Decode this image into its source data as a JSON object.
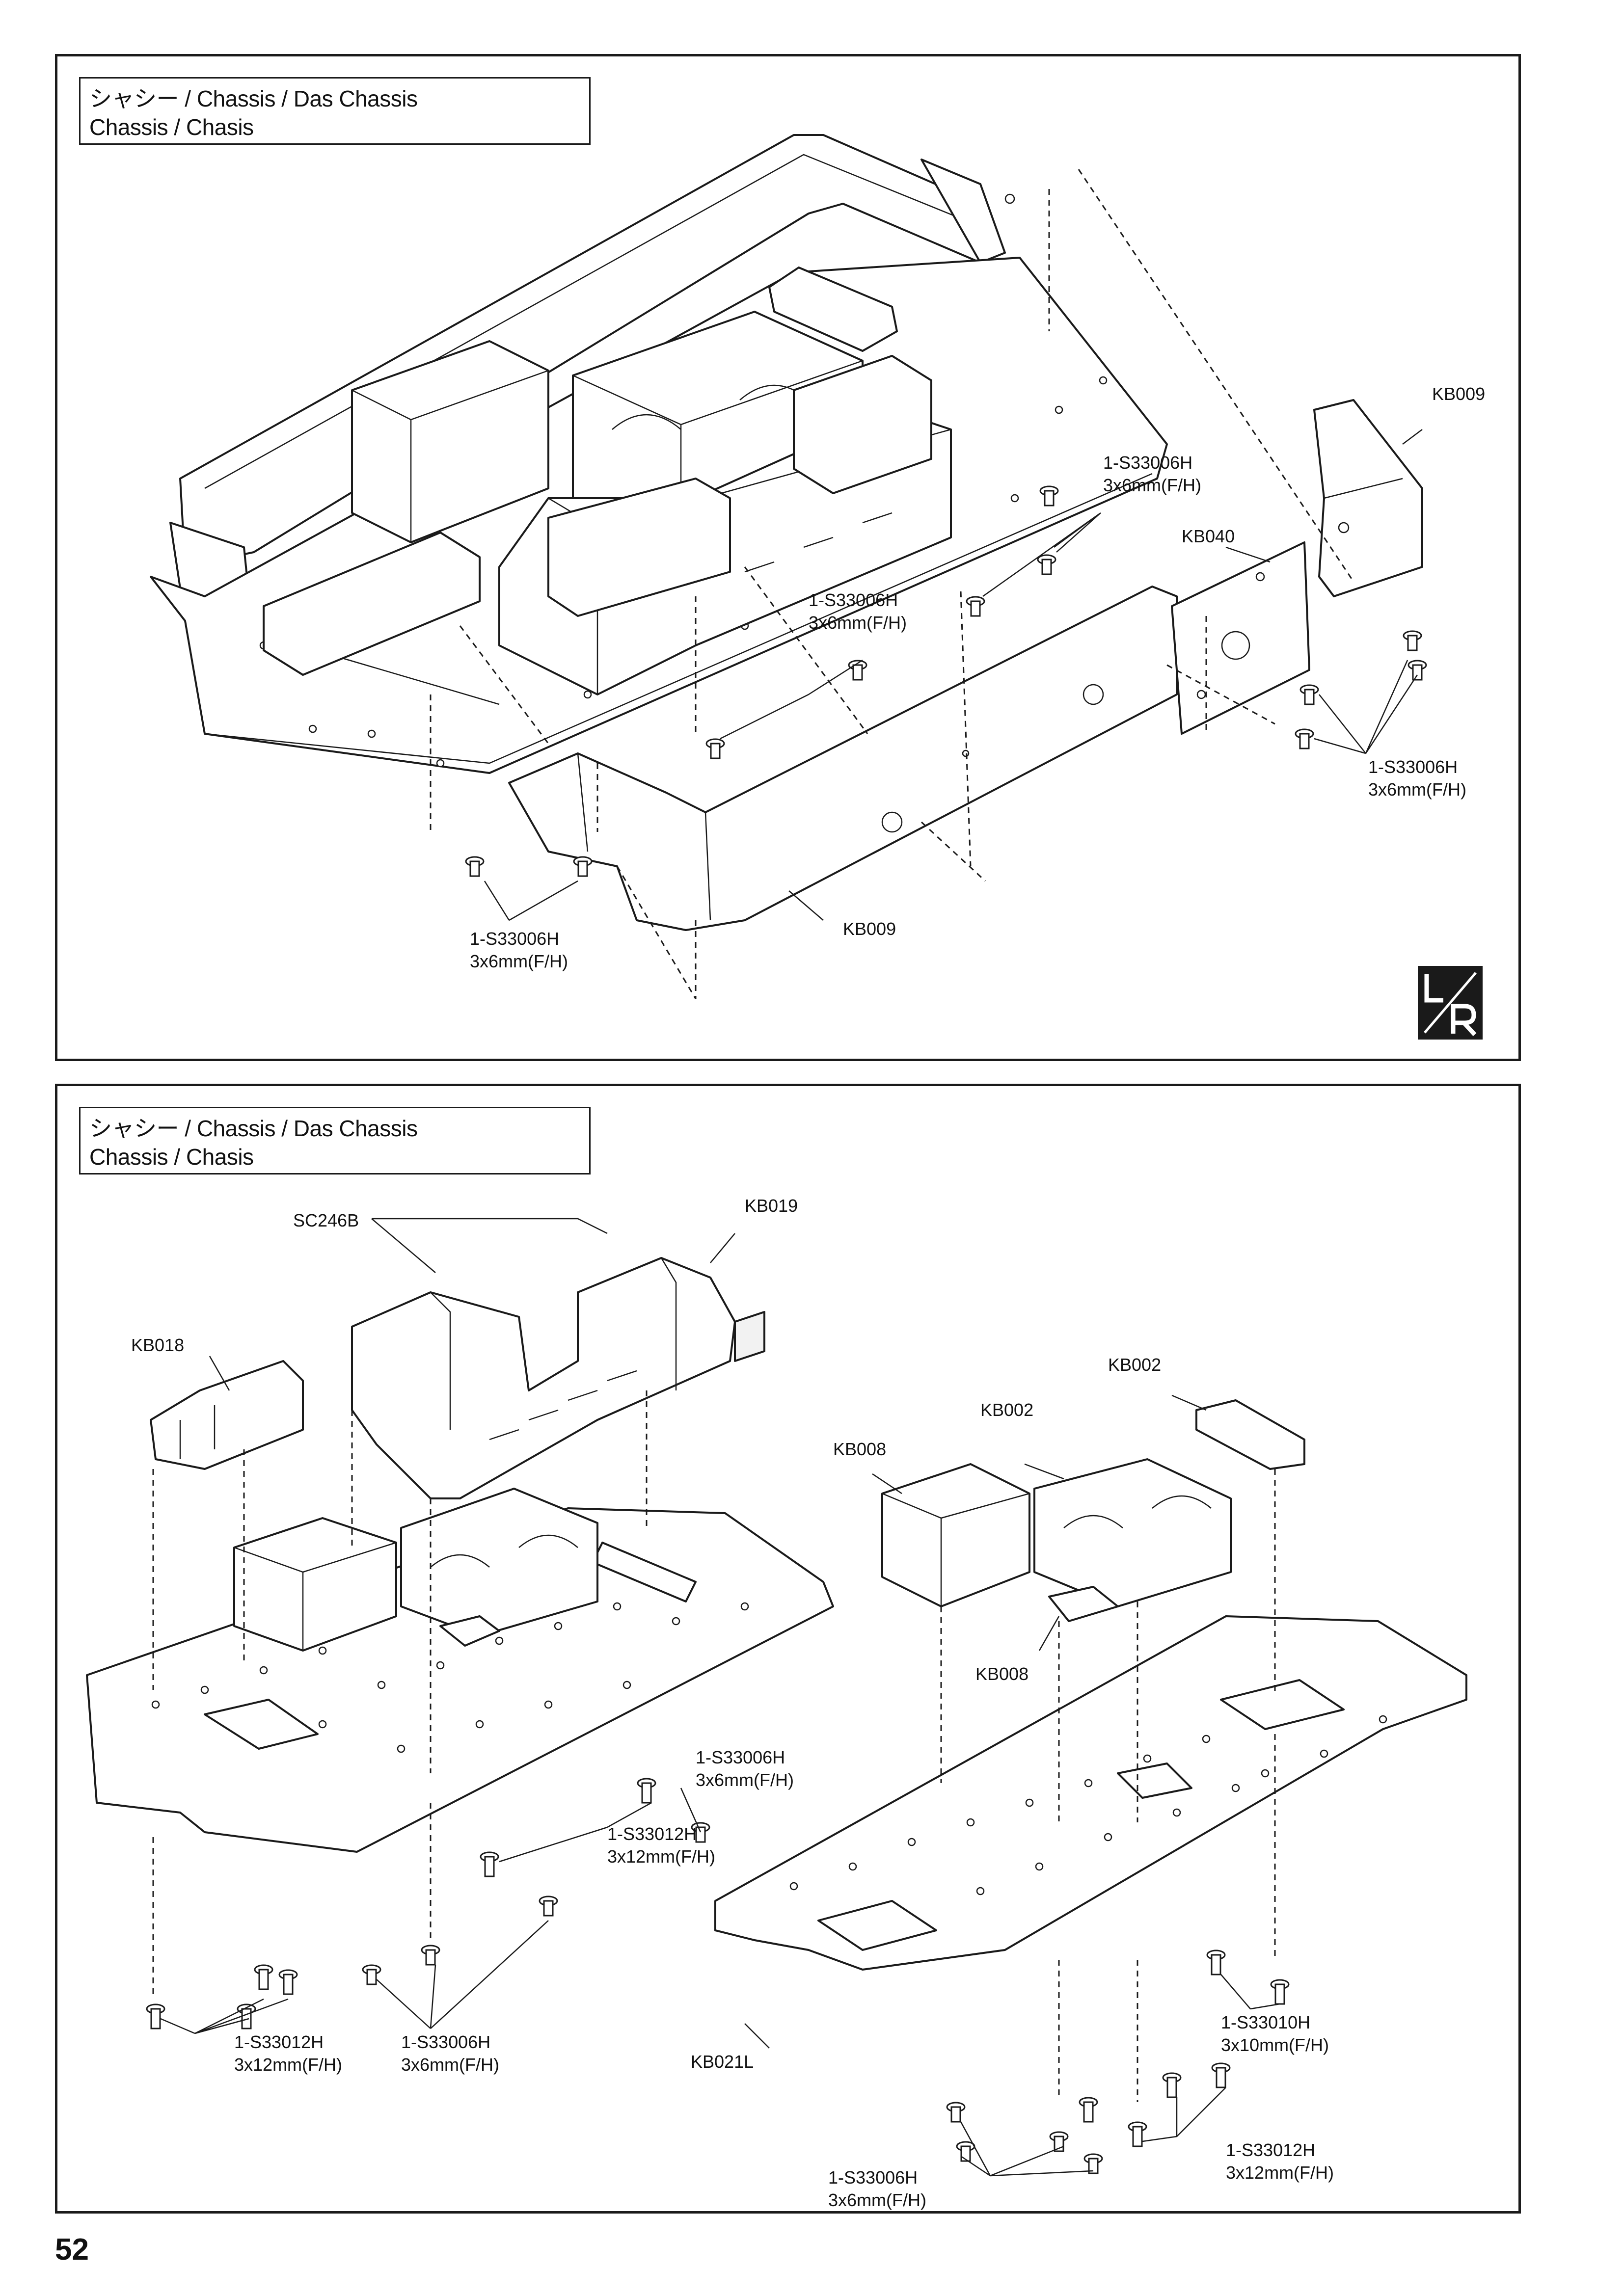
{
  "page_number": "52",
  "top_panel": {
    "title_line1": "シャシー / Chassis / Das Chassis",
    "title_line2": "Chassis / Chasis",
    "labels": {
      "kb009_right": "KB009",
      "kb040": "KB040",
      "kb009_bottom": "KB009",
      "screw_a_code": "1-S33006H",
      "screw_a_size": "3x6mm(F/H)",
      "screw_b_code": "1-S33006H",
      "screw_b_size": "3x6mm(F/H)",
      "screw_c_code": "1-S33006H",
      "screw_c_size": "3x6mm(F/H)",
      "screw_d_code": "1-S33006H",
      "screw_d_size": "3x6mm(F/H)"
    },
    "badge": "L/R"
  },
  "bottom_panel": {
    "title_line1": "シャシー / Chassis / Das Chassis",
    "title_line2": "Chassis / Chasis",
    "labels": {
      "sc246b": "SC246B",
      "kb019": "KB019",
      "kb018": "KB018",
      "kb002_a": "KB002",
      "kb002_b": "KB002",
      "kb008_a": "KB008",
      "kb008_b": "KB008",
      "kb021l": "KB021L",
      "s1_code": "1-S33006H",
      "s1_size": "3x6mm(F/H)",
      "s2_code": "1-S33012H",
      "s2_size": "3x12mm(F/H)",
      "s3_code": "1-S33012H",
      "s3_size": "3x12mm(F/H)",
      "s4_code": "1-S33006H",
      "s4_size": "3x6mm(F/H)",
      "s5_code": "1-S33010H",
      "s5_size": "3x10mm(F/H)",
      "s6_code": "1-S33012H",
      "s6_size": "3x12mm(F/H)",
      "s7_code": "1-S33006H",
      "s7_size": "3x6mm(F/H)"
    }
  }
}
